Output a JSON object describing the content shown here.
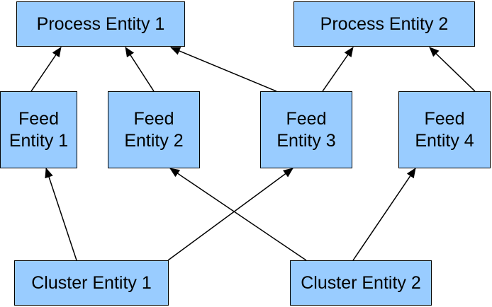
{
  "diagram": {
    "colors": {
      "box_fill": "#99ccff",
      "stroke": "#000000",
      "text": "#000000",
      "background": "#ffffff"
    },
    "nodes": {
      "process_1": {
        "label": "Process Entity 1"
      },
      "process_2": {
        "label": "Process Entity 2"
      },
      "feed_1": {
        "line1": "Feed",
        "line2": "Entity 1"
      },
      "feed_2": {
        "line1": "Feed",
        "line2": "Entity 2"
      },
      "feed_3": {
        "line1": "Feed",
        "line2": "Entity 3"
      },
      "feed_4": {
        "line1": "Feed",
        "line2": "Entity 4"
      },
      "cluster_1": {
        "label": "Cluster Entity 1"
      },
      "cluster_2": {
        "label": "Cluster Entity 2"
      }
    },
    "edges": [
      {
        "from": "feed_1",
        "to": "process_1"
      },
      {
        "from": "feed_2",
        "to": "process_1"
      },
      {
        "from": "feed_3",
        "to": "process_1"
      },
      {
        "from": "feed_3",
        "to": "process_2"
      },
      {
        "from": "feed_4",
        "to": "process_2"
      },
      {
        "from": "cluster_1",
        "to": "feed_1"
      },
      {
        "from": "cluster_1",
        "to": "feed_3"
      },
      {
        "from": "cluster_2",
        "to": "feed_2"
      },
      {
        "from": "cluster_2",
        "to": "feed_4"
      }
    ]
  }
}
